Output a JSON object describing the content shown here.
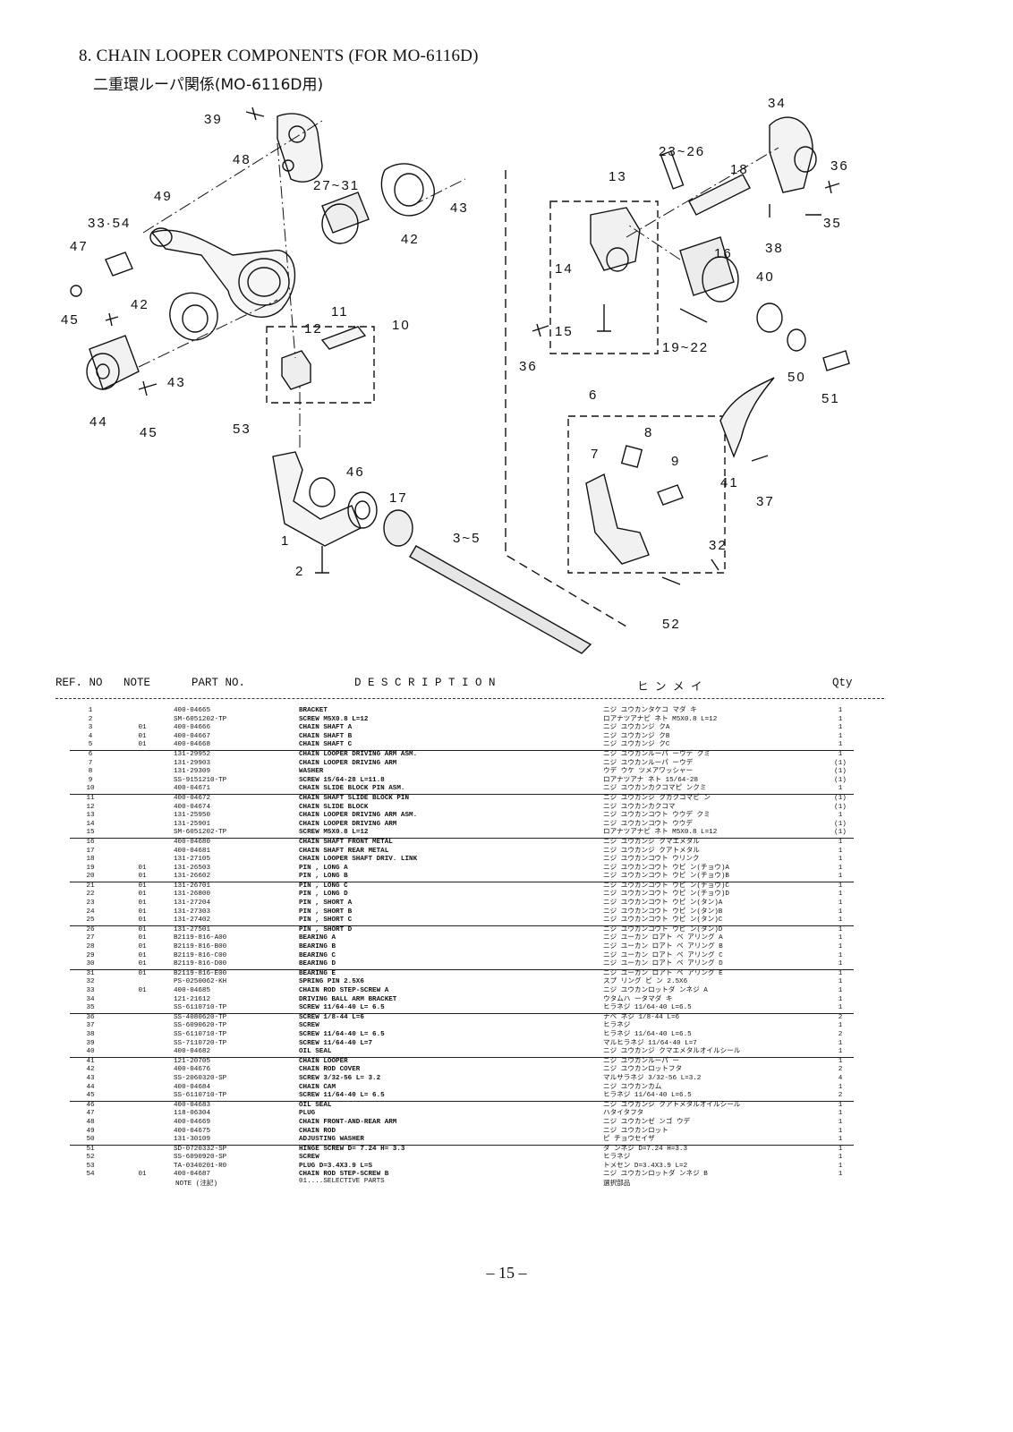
{
  "title": {
    "en": "8. CHAIN LOOPER COMPONENTS (FOR MO-6116D)",
    "jp": "二重環ルーパ関係(MO-6116D用)"
  },
  "diagram_labels": [
    "39",
    "48",
    "49",
    "27~31",
    "43",
    "33·54",
    "47",
    "42",
    "42",
    "45",
    "11",
    "12",
    "10",
    "43",
    "44",
    "45",
    "53",
    "34",
    "23~26",
    "18",
    "13",
    "36",
    "35",
    "38",
    "16",
    "14",
    "40",
    "15",
    "19~22",
    "36",
    "50",
    "51",
    "6",
    "8",
    "7",
    "9",
    "41",
    "37",
    "46",
    "17",
    "3~5",
    "32",
    "1",
    "2",
    "52"
  ],
  "table": {
    "headers": {
      "ref": "REF. NO",
      "note": "NOTE",
      "part": "PART NO.",
      "desc": "D E S C R I P T I O N",
      "kana": "ヒ ン メ イ",
      "qty": "Qty"
    },
    "rows": [
      {
        "ref": "1",
        "note": "",
        "part": "400-04665",
        "desc": "BRACKET",
        "kana": "ニジ ユウカンタケコ マダ キ",
        "qty": "1"
      },
      {
        "ref": "2",
        "note": "",
        "part": "SM-6051202-TP",
        "desc": "SCREW M5X0.8 L=12",
        "kana": "ロアナツアナピ ネト M5X0.8 L=12",
        "qty": "1"
      },
      {
        "ref": "3",
        "note": "01",
        "part": "400-04666",
        "desc": "CHAIN SHAFT A",
        "kana": "ニジ ユウカンジ クA",
        "qty": "1"
      },
      {
        "ref": "4",
        "note": "01",
        "part": "400-04667",
        "desc": "CHAIN SHAFT B",
        "kana": "ニジ ユウカンジ クB",
        "qty": "1"
      },
      {
        "ref": "5",
        "note": "01",
        "part": "400-04668",
        "desc": "CHAIN SHAFT C",
        "kana": "ニジ ユウカンジ クC",
        "qty": "1",
        "rule": true
      },
      {
        "ref": "6",
        "note": "",
        "part": "131-29952",
        "desc": "CHAIN LOOPER DRIVING ARM ASM.",
        "kana": "ニジ ユウカンルーパ ーウデ クミ",
        "qty": "1"
      },
      {
        "ref": "7",
        "note": "",
        "part": "131-29903",
        "desc": "CHAIN LOOPER DRIVING ARM",
        "kana": "ニジ ユウカンルーパ ーウデ",
        "qty": "(1)"
      },
      {
        "ref": "8",
        "note": "",
        "part": "131-29309",
        "desc": "WASHER",
        "kana": "ウデ ウケ ツメアワッシャー",
        "qty": "(1)"
      },
      {
        "ref": "9",
        "note": "",
        "part": "SS-9151210-TP",
        "desc": "SCREW 15/64-28 L=11.8",
        "kana": "ロアナツアナ ネト 15/64-28",
        "qty": "(1)"
      },
      {
        "ref": "10",
        "note": "",
        "part": "400-04671",
        "desc": "CHAIN SLIDE BLOCK PIN ASM.",
        "kana": "ニジ ユウカンカクコマピ ンクミ",
        "qty": "1",
        "rule": true
      },
      {
        "ref": "11",
        "note": "",
        "part": "400-04672",
        "desc": "CHAIN SHAFT SLIDE BLOCK PIN",
        "kana": "ニジ ユウカンジ クカクコマピ ン",
        "qty": "(1)"
      },
      {
        "ref": "12",
        "note": "",
        "part": "400-04674",
        "desc": "CHAIN SLIDE BLOCK",
        "kana": "ニジ ユウカンカクコマ",
        "qty": "(1)"
      },
      {
        "ref": "13",
        "note": "",
        "part": "131-25950",
        "desc": "CHAIN LOOPER DRIVING ARM ASM.",
        "kana": "ニジ ユウカンコウト ウウデ クミ",
        "qty": "1"
      },
      {
        "ref": "14",
        "note": "",
        "part": "131-25901",
        "desc": "CHAIN LOOPER DRIVING ARM",
        "kana": "ニジ ユウカンコウト ウウデ",
        "qty": "(1)"
      },
      {
        "ref": "15",
        "note": "",
        "part": "SM-6051202-TP",
        "desc": "SCREW M5X0.8 L=12",
        "kana": "ロアナツアナピ ネト M5X0.8 L=12",
        "qty": "(1)",
        "rule": true
      },
      {
        "ref": "16",
        "note": "",
        "part": "400-04680",
        "desc": "CHAIN SHAFT FRONT METAL",
        "kana": "ニジ ユウカンジ クマエメタル",
        "qty": "1"
      },
      {
        "ref": "17",
        "note": "",
        "part": "400-04681",
        "desc": "CHAIN SHAFT REAR METAL",
        "kana": "ニジ ユウカンジ クアトメタル",
        "qty": "1"
      },
      {
        "ref": "18",
        "note": "",
        "part": "131-27105",
        "desc": "CHAIN LOOPER SHAFT DRIV. LINK",
        "kana": "ニジ ユウカンコウト ウリンク",
        "qty": "1"
      },
      {
        "ref": "19",
        "note": "01",
        "part": "131-26503",
        "desc": "PIN , LONG A",
        "kana": "ニジ ユウカンコウト ウピ ン(チョウ)A",
        "qty": "1"
      },
      {
        "ref": "20",
        "note": "01",
        "part": "131-26602",
        "desc": "PIN , LONG B",
        "kana": "ニジ ユウカンコウト ウピ ン(チョウ)B",
        "qty": "1",
        "rule": true
      },
      {
        "ref": "21",
        "note": "01",
        "part": "131-26701",
        "desc": "PIN , LONG C",
        "kana": "ニジ ユウカンコウト ウピ ン(チョウ)C",
        "qty": "1"
      },
      {
        "ref": "22",
        "note": "01",
        "part": "131-26800",
        "desc": "PIN , LONG D",
        "kana": "ニジ ユウカンコウト ウピ ン(チョウ)D",
        "qty": "1"
      },
      {
        "ref": "23",
        "note": "01",
        "part": "131-27204",
        "desc": "PIN , SHORT A",
        "kana": "ニジ ユウカンコウト ウピ ン(タン)A",
        "qty": "1"
      },
      {
        "ref": "24",
        "note": "01",
        "part": "131-27303",
        "desc": "PIN , SHORT B",
        "kana": "ニジ ユウカンコウト ウピ ン(タン)B",
        "qty": "1"
      },
      {
        "ref": "25",
        "note": "01",
        "part": "131-27402",
        "desc": "PIN , SHORT C",
        "kana": "ニジ ユウカンコウト ウピ ン(タン)C",
        "qty": "1",
        "rule": true
      },
      {
        "ref": "26",
        "note": "01",
        "part": "131-27501",
        "desc": "PIN , SHORT D",
        "kana": "ニジ ユウカンコウト ウピ ン(タン)D",
        "qty": "1"
      },
      {
        "ref": "27",
        "note": "01",
        "part": "B2119-816-A00",
        "desc": "BEARING A",
        "kana": "ニジ ユーカン ロアト ベ アリング A",
        "qty": "1"
      },
      {
        "ref": "28",
        "note": "01",
        "part": "B2119-816-B00",
        "desc": "BEARING B",
        "kana": "ニジ ユーカン ロアト ベ アリング B",
        "qty": "1"
      },
      {
        "ref": "29",
        "note": "01",
        "part": "B2119-816-C00",
        "desc": "BEARING C",
        "kana": "ニジ ユーカン ロアト ベ アリング C",
        "qty": "1"
      },
      {
        "ref": "30",
        "note": "01",
        "part": "B2119-816-D00",
        "desc": "BEARING D",
        "kana": "ニジ ユーカン ロアト ベ アリング D",
        "qty": "1",
        "rule": true
      },
      {
        "ref": "31",
        "note": "01",
        "part": "B2119-816-E00",
        "desc": "BEARING E",
        "kana": "ニジ ユーカン ロアト ベ アリング E",
        "qty": "1"
      },
      {
        "ref": "32",
        "note": "",
        "part": "PS-0250062-KH",
        "desc": "SPRING PIN 2.5X6",
        "kana": "スプ リング ピ ン 2.5X6",
        "qty": "1"
      },
      {
        "ref": "33",
        "note": "01",
        "part": "400-04685",
        "desc": "CHAIN ROD STEP-SCREW A",
        "kana": "ニジ ユウカンロットダ ンネジ A",
        "qty": "1"
      },
      {
        "ref": "34",
        "note": "",
        "part": "121-21612",
        "desc": "DRIVING BALL ARM BRACKET",
        "kana": "ウタムハ ータマダ キ",
        "qty": "1"
      },
      {
        "ref": "35",
        "note": "",
        "part": "SS-6110710-TP",
        "desc": "SCREW 11/64-40 L= 6.5",
        "kana": "ヒラネジ 11/64-40 L=6.5",
        "qty": "1",
        "rule": true
      },
      {
        "ref": "36",
        "note": "",
        "part": "SS-4080620-TP",
        "desc": "SCREW 1/8-44 L=6",
        "kana": "ナベ ネジ 1/8-44 L=6",
        "qty": "2"
      },
      {
        "ref": "37",
        "note": "",
        "part": "SS-6090620-TP",
        "desc": "SCREW",
        "kana": "ヒラネジ",
        "qty": "1"
      },
      {
        "ref": "38",
        "note": "",
        "part": "SS-6110710-TP",
        "desc": "SCREW 11/64-40 L= 6.5",
        "kana": "ヒラネジ 11/64-40 L=6.5",
        "qty": "2"
      },
      {
        "ref": "39",
        "note": "",
        "part": "SS-7110720-TP",
        "desc": "SCREW 11/64-40 L=7",
        "kana": "マルヒラネジ 11/64-40 L=7",
        "qty": "1"
      },
      {
        "ref": "40",
        "note": "",
        "part": "400-04682",
        "desc": "OIL SEAL",
        "kana": "ニジ ユウカンジ クマエメタルオイルシール",
        "qty": "1",
        "rule": true
      },
      {
        "ref": "41",
        "note": "",
        "part": "121-20705",
        "desc": "CHAIN LOOPER",
        "kana": "ニジ ユウカンルーパ ー",
        "qty": "1"
      },
      {
        "ref": "42",
        "note": "",
        "part": "400-04676",
        "desc": "CHAIN ROD COVER",
        "kana": "ニジ ユウカンロットフタ",
        "qty": "2"
      },
      {
        "ref": "43",
        "note": "",
        "part": "SS-2060320-SP",
        "desc": "SCREW 3/32-56 L= 3.2",
        "kana": "マルサラネジ 3/32-56 L=3.2",
        "qty": "4"
      },
      {
        "ref": "44",
        "note": "",
        "part": "400-04684",
        "desc": "CHAIN CAM",
        "kana": "ニジ ユウカンカム",
        "qty": "1"
      },
      {
        "ref": "45",
        "note": "",
        "part": "SS-6110710-TP",
        "desc": "SCREW 11/64-40 L= 6.5",
        "kana": "ヒラネジ 11/64-40 L=6.5",
        "qty": "2",
        "rule": true
      },
      {
        "ref": "46",
        "note": "",
        "part": "400-04683",
        "desc": "OIL SEAL",
        "kana": "ニジ ユウカンジ クアトメタルオイルシール",
        "qty": "1"
      },
      {
        "ref": "47",
        "note": "",
        "part": "118-06304",
        "desc": "PLUG",
        "kana": "ハタイタフタ",
        "qty": "1"
      },
      {
        "ref": "48",
        "note": "",
        "part": "400-04669",
        "desc": "CHAIN FRONT-AND-REAR ARM",
        "kana": "ニジ ユウカンゼ ンゴ ウデ",
        "qty": "1"
      },
      {
        "ref": "49",
        "note": "",
        "part": "400-04675",
        "desc": "CHAIN ROD",
        "kana": "ニジ ユウカンロット",
        "qty": "1"
      },
      {
        "ref": "50",
        "note": "",
        "part": "131-30109",
        "desc": "ADJUSTING WASHER",
        "kana": "ピ チョウセイザ",
        "qty": "1",
        "rule": true
      },
      {
        "ref": "51",
        "note": "",
        "part": "SD-0720332-SP",
        "desc": "HINGE SCREW D= 7.24 H= 3.3",
        "kana": "ダ ンネジ D=7.24 H=3.3",
        "qty": "1"
      },
      {
        "ref": "52",
        "note": "",
        "part": "SS-6090920-SP",
        "desc": "SCREW",
        "kana": "ヒラネジ",
        "qty": "1"
      },
      {
        "ref": "53",
        "note": "",
        "part": "TA-0340201-R0",
        "desc": "PLUG D=3.4X3.9 L=S",
        "kana": "トメセン D=3.4X3.9 L=2",
        "qty": "1"
      },
      {
        "ref": "54",
        "note": "01",
        "part": "400-04687",
        "desc": "CHAIN ROD STEP-SCREW B",
        "kana": "ニジ ユウカンロットダ ンネジ B",
        "qty": "1"
      }
    ]
  },
  "footer_note": {
    "label": "NOTE (注記)",
    "text": "01....SELECTIVE PARTS",
    "kana": "選択部品"
  },
  "page_number": "– 15 –"
}
